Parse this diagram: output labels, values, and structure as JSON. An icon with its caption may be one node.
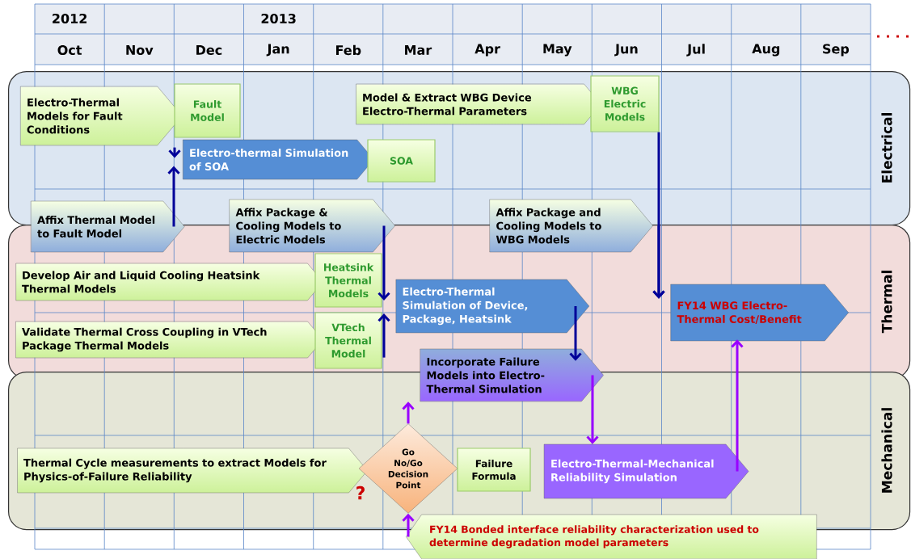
{
  "diagram": {
    "nodes": [
      {
        "text": [
          "Electrical"
        ]
      },
      {
        "text": [
          "Thermal"
        ]
      },
      {
        "text": [
          "Mechanical"
        ]
      },
      {
        "text": [
          "Electro-Thermal Models for Fault Conditions"
        ],
        "in": 0
      },
      {
        "text": [
          "Fault Model"
        ],
        "in": 0
      },
      {
        "text": [
          "Electro-thermal Simulation of SOA"
        ],
        "in": 0
      },
      {
        "text": [
          "SOA"
        ],
        "in": 0
      },
      {
        "text": [
          "Model & Extract WBG Device Electro-Thermal Parameters"
        ],
        "in": 0
      },
      {
        "text": [
          "WBG Electric Models"
        ],
        "in": 0
      },
      {
        "text": [
          "Affix Thermal Model to Fault Model"
        ]
      },
      {
        "text": [
          "Affix Package & Cooling Models to Electric Models"
        ]
      },
      {
        "text": [
          "Affix Package and Cooling Models to WBG Models"
        ]
      },
      {
        "text": [
          "Develop Air and Liquid Cooling Heatsink Thermal Models"
        ],
        "in": 1
      },
      {
        "text": [
          "Heatsink Thermal Models"
        ],
        "in": 1
      },
      {
        "text": [
          "Electro-Thermal Simulation of Device, Package, Heatsink"
        ],
        "in": 1
      },
      {
        "text": [
          "Validate Thermal Cross Coupling in VTech Package Thermal Models"
        ],
        "in": 1
      },
      {
        "text": [
          "VTech Thermal Model"
        ],
        "in": 1
      },
      {
        "text": [
          "FY14 WBG Electro-Thermal Cost/Benefit"
        ],
        "in": 1
      },
      {
        "text": [
          "Incorporate Failure Models into Electro-Thermal Simulation"
        ]
      },
      {
        "text": [
          "Thermal Cycle measurements to extract Models for Physics-of-Failure Reliability"
        ],
        "in": 2
      },
      {
        "text": [
          "Go No/Go Decision Point"
        ],
        "in": 2
      },
      {
        "text": [
          "Failure Formula"
        ],
        "in": 2
      },
      {
        "text": [
          "Electro-Thermal-Mechanical Reliability Simulation"
        ],
        "in": 2
      },
      {
        "text": [
          "FY14 Bonded interface reliability characterization used to determine degradation model  parameters"
        ]
      }
    ],
    "edges": [
      {
        "from": 4,
        "to": 5,
        "arrow": "to"
      },
      {
        "from": 9,
        "to": 5,
        "arrow": "to"
      },
      {
        "from": 10,
        "to": 14,
        "arrow": "to"
      },
      {
        "from": 16,
        "to": 14,
        "arrow": "to"
      },
      {
        "from": 8,
        "to": 17,
        "arrow": "to"
      },
      {
        "from": 11,
        "to": 17,
        "arrow": "to"
      },
      {
        "from": 14,
        "to": 18,
        "arrow": "to"
      },
      {
        "from": 18,
        "to": 22,
        "arrow": "to",
        "color": "#9900ff"
      },
      {
        "from": 20,
        "to": 18,
        "arrow": "to",
        "color": "#9900ff"
      },
      {
        "from": 23,
        "to": 20,
        "arrow": "to",
        "color": "#9900ff"
      },
      {
        "from": 22,
        "to": 17,
        "arrow": "to",
        "color": "#9900ff"
      }
    ],
    "labels": [
      "2012",
      "2013",
      "Oct",
      "Nov",
      "Dec",
      "Jan",
      "Feb",
      "Mar",
      "Apr",
      "May",
      "Jun",
      "Jul",
      "Aug",
      "Sep",
      "?"
    ]
  }
}
